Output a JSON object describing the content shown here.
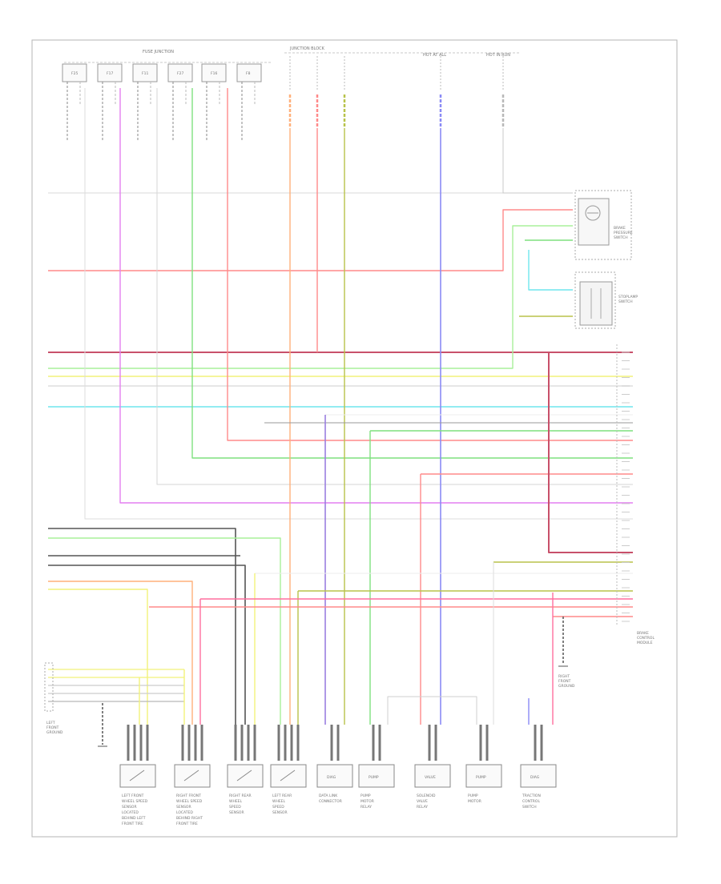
{
  "diagram": {
    "border_color": "#9a9a9a",
    "wire_colors": {
      "red": "#ff8a8a",
      "pink": "#ff6f9e",
      "magenta": "#e37ff0",
      "orange": "#ffb07a",
      "yellow": "#f2f27a",
      "olive": "#b8c24a",
      "green": "#7fe07f",
      "lightgreen": "#a8f09a",
      "cyan": "#6fe6ee",
      "blue": "#8a8af5",
      "violet": "#9a7ee0",
      "black": "#555555",
      "gray": "#b8b8b8",
      "darkred": "#c8506a"
    },
    "top_headers": {
      "fuse_block": "FUSE JUNCTION",
      "junction": "JUNCTION BLOCK",
      "left_hot": "HOT AT ALL",
      "right_hot": "HOT IN RUN"
    },
    "fuses_left": [
      "F25",
      "F17",
      "F11",
      "F27",
      "F16",
      "F8"
    ],
    "bottom_components": [
      {
        "box": "",
        "label": [
          "LEFT FRONT",
          "WHEEL SPEED",
          "SENSOR",
          "LOCATED",
          "BEHIND LEFT",
          "FRONT TIRE"
        ]
      },
      {
        "box": "",
        "label": [
          "RIGHT FRONT",
          "WHEEL SPEED",
          "SENSOR",
          "LOCATED",
          "BEHIND RIGHT",
          "FRONT TIRE"
        ]
      },
      {
        "box": "",
        "label": [
          "RIGHT REAR",
          "WHEEL",
          "SPEED",
          "SENSOR"
        ]
      },
      {
        "box": "",
        "label": [
          "LEFT REAR",
          "WHEEL",
          "SPEED",
          "SENSOR"
        ]
      },
      {
        "box": "DIAG",
        "label": [
          "DATA LINK",
          "CONNECTOR"
        ]
      },
      {
        "box": "PUMP",
        "label": [
          "PUMP",
          "MOTOR",
          "RELAY"
        ]
      },
      {
        "box": "VALVE",
        "label": [
          "SOLENOID",
          "VALVE",
          "RELAY"
        ]
      },
      {
        "box": "PUMP",
        "label": [
          "PUMP",
          "MOTOR"
        ]
      },
      {
        "box": "DIAG",
        "label": [
          "TRACTION",
          "CONTROL",
          "SWITCH"
        ]
      }
    ],
    "right_module": {
      "label": [
        "BRAKE",
        "CONTROL",
        "MODULE"
      ]
    },
    "top_right_module": {
      "label": [
        "BRAKE",
        "PRESSURE",
        "SWITCH"
      ]
    },
    "mid_right_module": {
      "label": [
        "STOPLAMP",
        "SWITCH"
      ]
    },
    "left_ground": {
      "label": [
        "LEFT",
        "FRONT",
        "GROUND"
      ]
    },
    "right_ground": {
      "label": [
        "RIGHT",
        "FRONT",
        "GROUND"
      ]
    }
  }
}
